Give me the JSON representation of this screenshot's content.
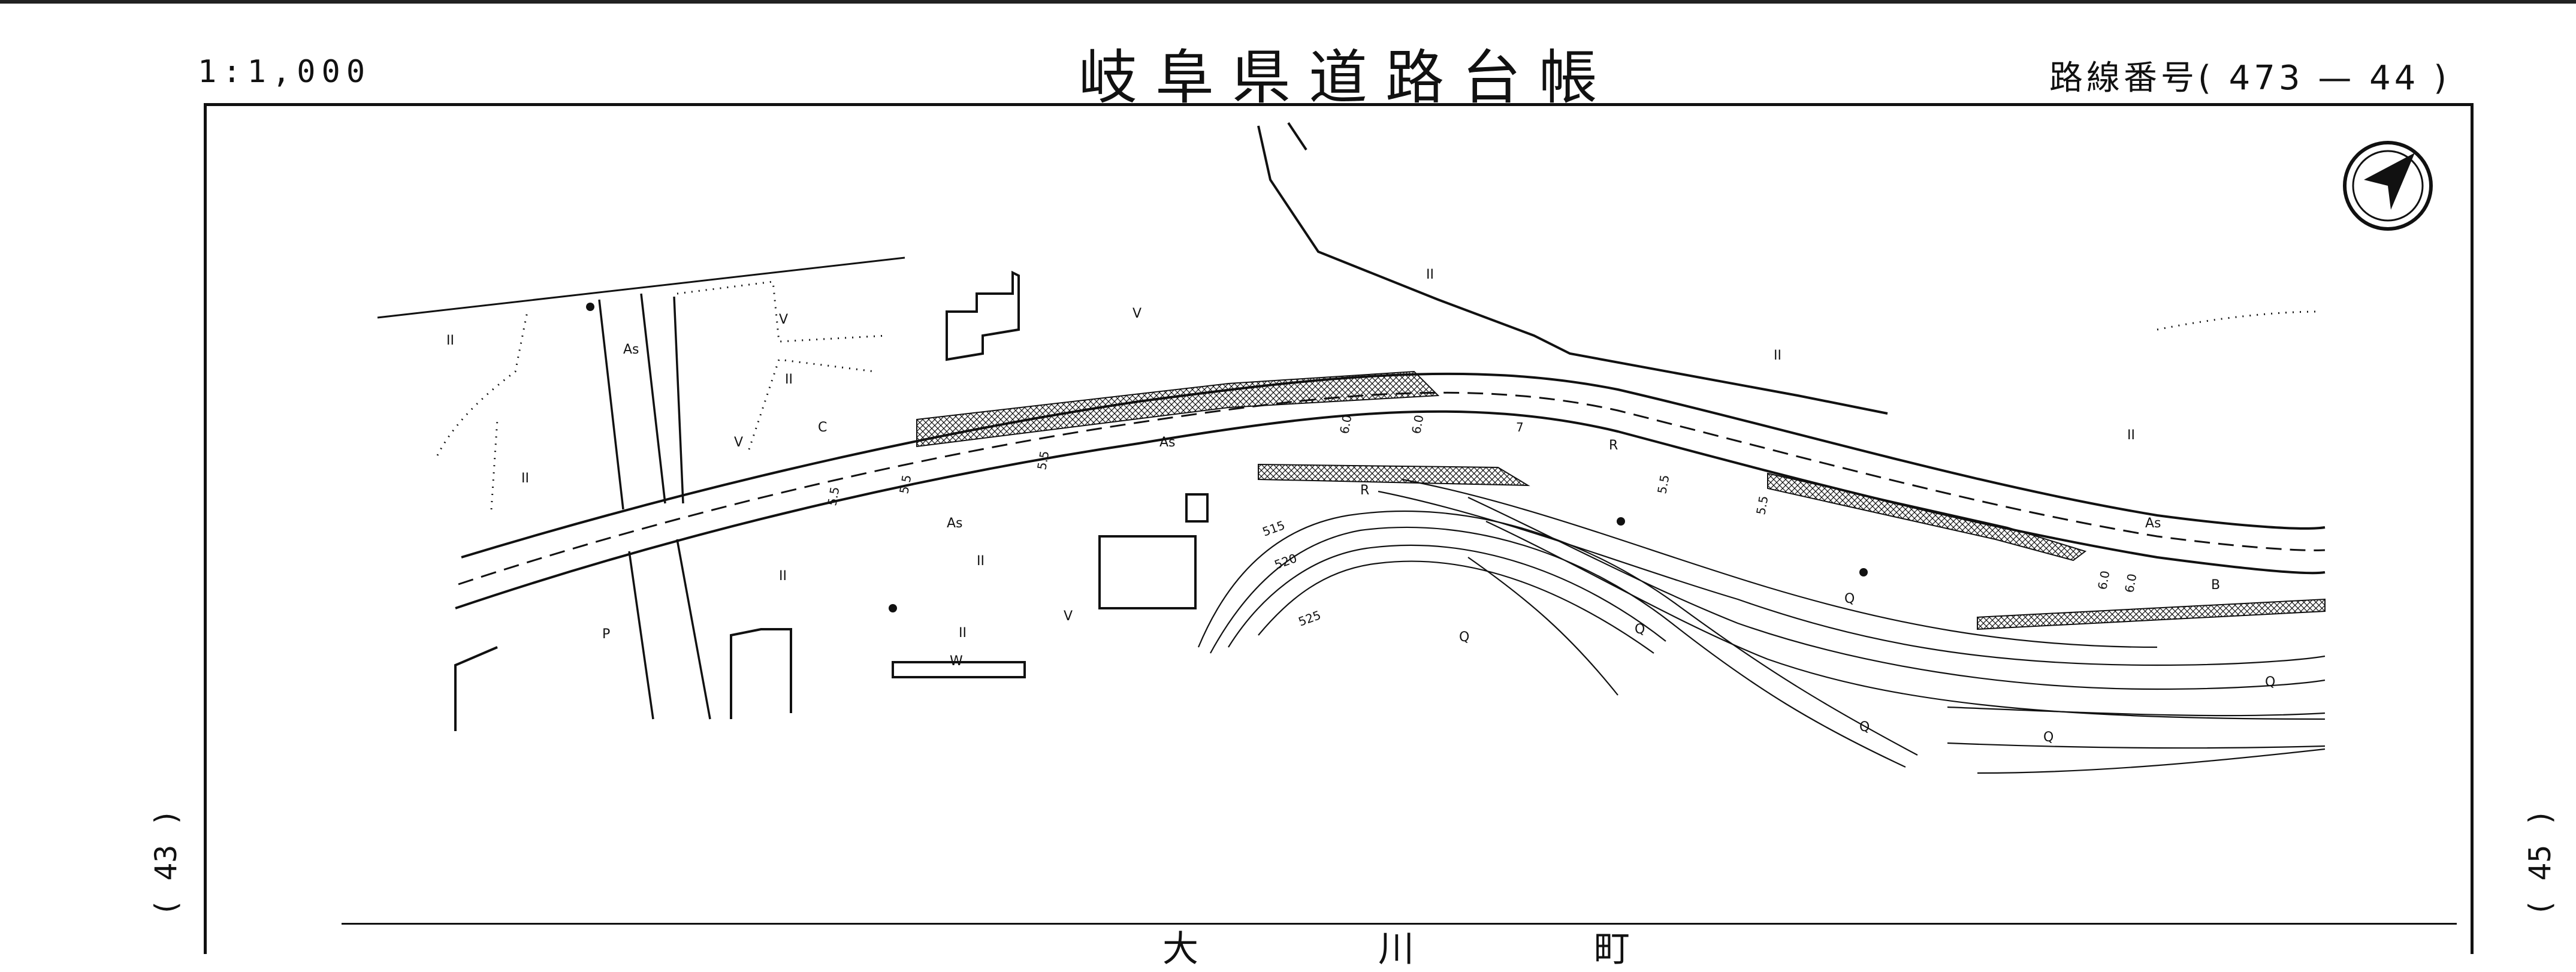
{
  "header": {
    "scale": "1:1,000",
    "title": "岐阜県道路台帳",
    "route_label": "路線番号",
    "route_number": "( 473 — 44 )"
  },
  "sheet_refs": {
    "left": "( 43 )",
    "right": "( 45 )"
  },
  "bottom_text": "大川町",
  "map": {
    "surface_label": "As",
    "section_label": "R",
    "symbol_labels": [
      "II",
      "V",
      "Q",
      "W",
      "P",
      "C",
      "B"
    ],
    "contours": [
      "515",
      "520",
      "525"
    ],
    "widths": [
      "5.5",
      "5.5",
      "5.5",
      "6.0",
      "6.0",
      "7",
      "5.5",
      "5.5",
      "6.0",
      "6.0"
    ]
  },
  "colors": {
    "ink": "#111111",
    "paper": "#ffffff"
  },
  "icons": {
    "north_arrow": "north-arrow-icon"
  }
}
